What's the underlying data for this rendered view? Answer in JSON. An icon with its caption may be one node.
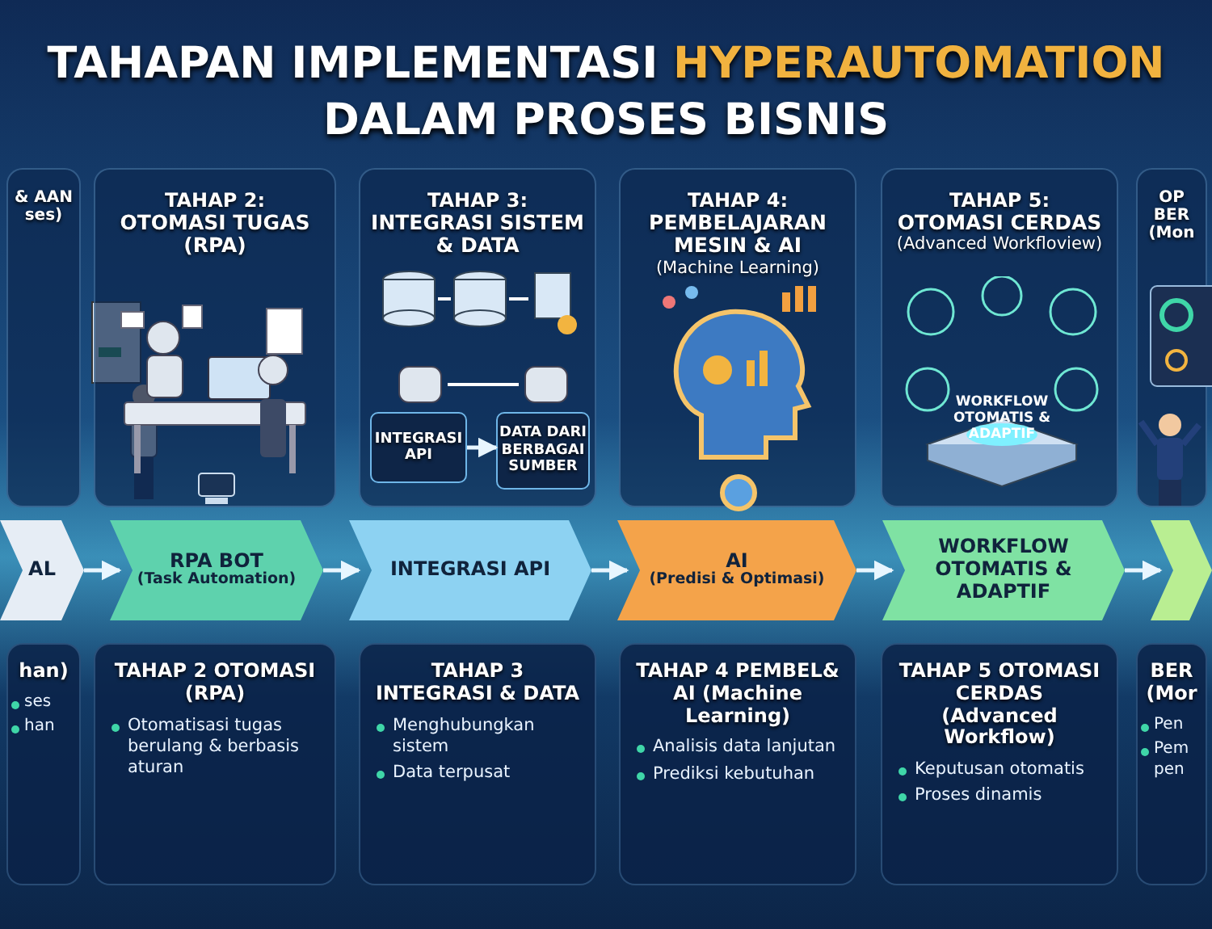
{
  "diagram": {
    "title": "TAHAPAN IMPLEMENTASI **HYPERAUTOMATION** DALAM PROSES BISNIS",
    "nodes": [
      {
        "text": [
          "& AAN",
          "ses)"
        ]
      },
      {
        "text": [
          "TAHAP 2:",
          "OTOMASI TUGAS (RPA)"
        ]
      },
      {
        "text": [
          "TAHAP 3:",
          "INTEGRASI SISTEM & DATA"
        ]
      },
      {
        "text": [
          "INTEGRASI API"
        ],
        "in": 2
      },
      {
        "text": [
          "DATA DARI BERBAGAI SUMBER"
        ],
        "in": 2
      },
      {
        "text": [
          "TAHAP 4:",
          "PEMBELAJARAN MESIN & AI",
          "(Machine Learning)"
        ]
      },
      {
        "text": [
          "TAHAP 5:",
          "OTOMASI CERDAS",
          "(Advanced Workfloview)"
        ]
      },
      {
        "text": [
          "OP BER",
          "(Mon"
        ]
      },
      {
        "text": [
          "AL"
        ]
      },
      {
        "text": [
          "RPA BOT",
          "(Task Automation)"
        ]
      },
      {
        "text": [
          "INTEGRASI API"
        ]
      },
      {
        "text": [
          "AI",
          "(Predisi & Optimasi)"
        ]
      },
      {
        "text": [
          "WORKFLOW OTOMATIS & ADAPTIF"
        ]
      },
      {
        "text": [],
        "shape": "box"
      },
      {
        "text": [
          "han)",
          "ses",
          "han"
        ]
      },
      {
        "text": [
          "TAHAP 2 OTOMASI (RPA)",
          "Otomatisasi tugas berulang & berbasis aturan"
        ]
      },
      {
        "text": [
          "TAHAP 3 INTEGRASI & DATA",
          "Menghubungkan sistem",
          "Data terpusat"
        ]
      },
      {
        "text": [
          "TAHAP 4 PEMBEL& AI (Machine Learning)",
          "Analisis data lanjutan",
          "Prediksi kebutuhan"
        ]
      },
      {
        "text": [
          "TAHAP 5 OTOMASI CERDAS (Advanced Workflow)",
          "Keputusan otomatis",
          "Proses dinamis"
        ]
      },
      {
        "text": [
          "BER (Mor",
          "Pen",
          "Pem pen"
        ]
      }
    ],
    "edges": [
      {
        "from": 3,
        "to": 4,
        "arrow": "to"
      },
      {
        "from": 8,
        "to": 9,
        "arrow": "to"
      },
      {
        "from": 9,
        "to": 10,
        "arrow": "to"
      },
      {
        "from": 10,
        "to": 11,
        "arrow": "to"
      },
      {
        "from": 11,
        "to": 12,
        "arrow": "to"
      },
      {
        "from": 12,
        "to": 13,
        "arrow": "to"
      }
    ],
    "labels": [
      "WORKFLOW OTOMATIS & ADAPTIF"
    ]
  }
}
